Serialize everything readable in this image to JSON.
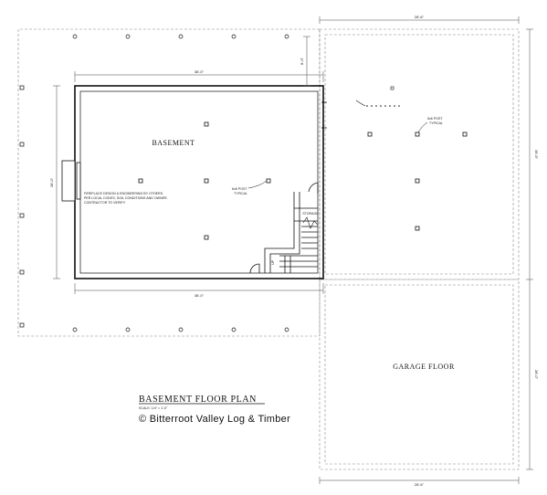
{
  "rooms": {
    "basement": "BASEMENT",
    "garage_floor": "GARAGE FLOOR",
    "storage": "STORAGE"
  },
  "notes": {
    "post_typical_1": [
      "6x6 POST",
      "TYPICAL"
    ],
    "post_typical_2": [
      "6x6 POST",
      "TYPICAL"
    ],
    "fireplace": [
      "FIREPLACE DESIGN & ENGINEERING BY OTHERS.",
      "PER LOCAL CODES, SOIL CONDITIONS AND OWNER.",
      "CONTRACTOR TO VERIFY."
    ],
    "stair_note": "UP"
  },
  "dimensions": {
    "top_right": "28'-6\"",
    "top_basement": "36'-0\"",
    "bottom_basement": "36'-0\"",
    "left_basement": "28'-0\"",
    "offset_vertical": "8'-0\"",
    "right_upper": "36'-6\"",
    "right_lower": "28'-0\"",
    "bottom_garage": "28'-6\""
  },
  "title_block": {
    "title": "BASEMENT FLOOR PLAN",
    "scale": "SCALE: 1/4\" = 1'-0\"",
    "copyright": "© Bitterroot Valley Log & Timber"
  }
}
